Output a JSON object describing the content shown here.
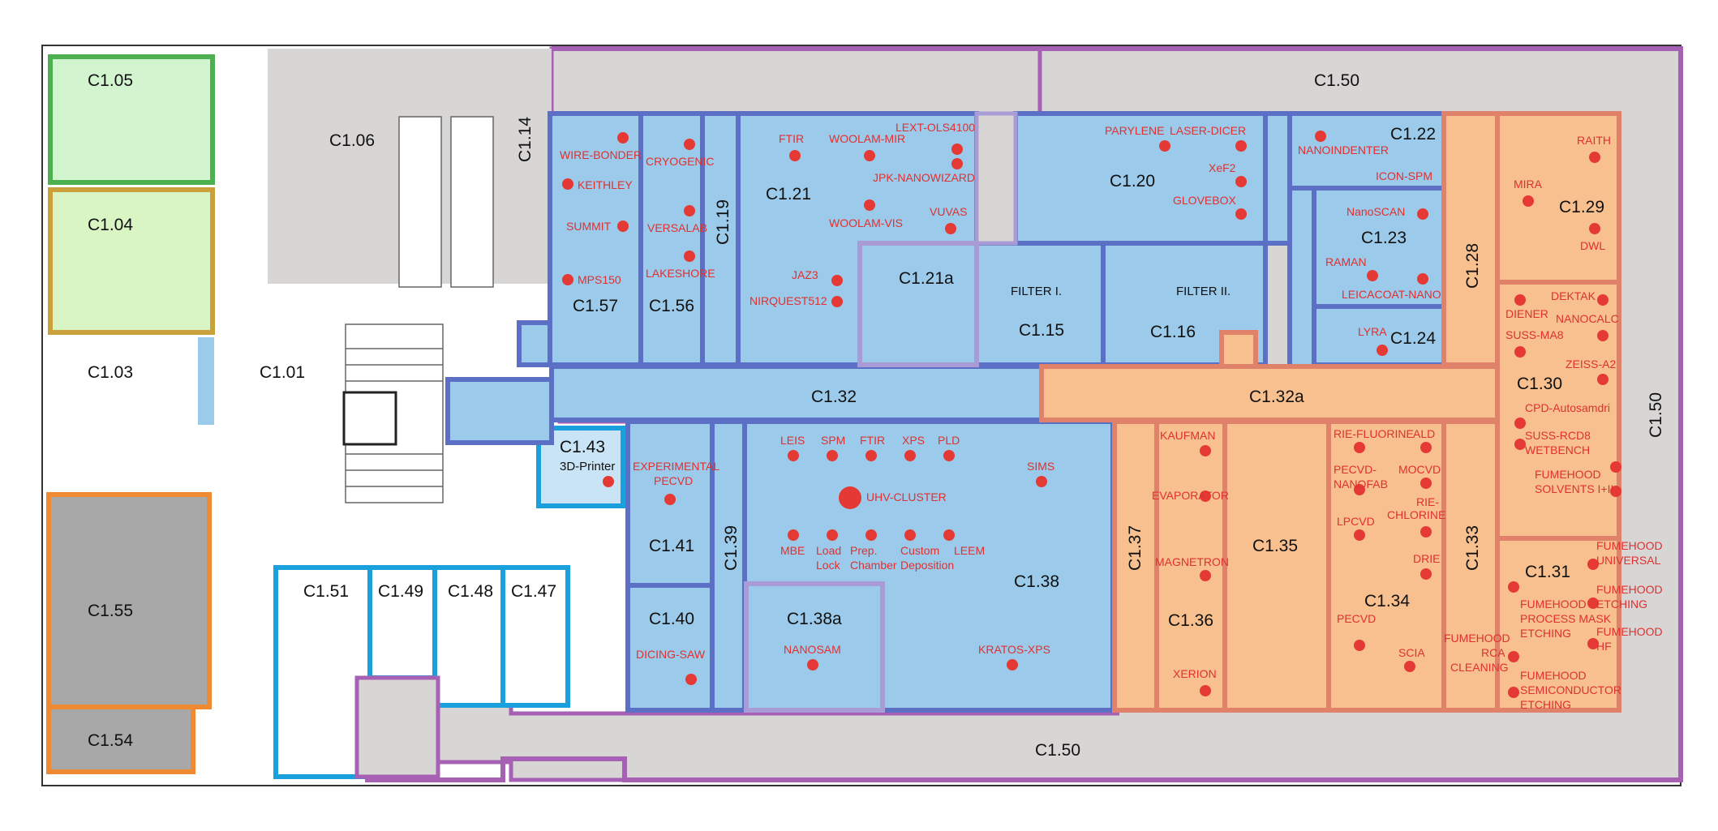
{
  "colors": {
    "clean_room_blue": "#9ccaea",
    "blue_border": "#5b6fc4",
    "orange_fill": "#f7c08e",
    "orange_border": "#e0826a",
    "purple_border": "#a660b4",
    "grey_corridor": "#d8d5d5",
    "green_fill": "#d2f5d0",
    "green_border": "#4caf50",
    "light_green_fill": "#daf5c4",
    "gold_border": "#c9a03a",
    "dark_grey_fill": "#a8a8a8",
    "orange_strong_border": "#f08a30",
    "cyan_border": "#1aa0dc",
    "dot_red": "#e53935"
  },
  "rooms": {
    "c150_top": "C1.50",
    "c150_right": "C1.50",
    "c150_bottom": "C1.50",
    "c105": "C1.05",
    "c104": "C1.04",
    "c103": "C1.03",
    "c101": "C1.01",
    "c106": "C1.06",
    "c114": "C1.14",
    "c157": "C1.57",
    "c156": "C1.56",
    "c119": "C1.19",
    "c121": "C1.21",
    "c121a": "C1.21a",
    "c120": "C1.20",
    "c122": "C1.22",
    "c123": "C1.23",
    "c124": "C1.24",
    "c115": "C1.15",
    "c116": "C1.16",
    "filter1": "FILTER I.",
    "filter2": "FILTER II.",
    "c128": "C1.28",
    "c129": "C1.29",
    "c130": "C1.30",
    "c131": "C1.31",
    "c132": "C1.32",
    "c132a": "C1.32a",
    "c143": "C1.43",
    "printer": "3D-Printer",
    "c141": "C1.41",
    "c140": "C1.40",
    "c139": "C1.39",
    "c138": "C1.38",
    "c138a": "C1.38a",
    "c137": "C1.37",
    "c136": "C1.36",
    "c135": "C1.35",
    "c134": "C1.34",
    "c133": "C1.33",
    "c155": "C1.55",
    "c154": "C1.54",
    "c151": "C1.51",
    "c149": "C1.49",
    "c148": "C1.48",
    "c147": "C1.47"
  },
  "equipment": {
    "wire_bonder": "WIRE-BONDER",
    "keithley": "KEITHLEY",
    "summit": "SUMMIT",
    "mps150": "MPS150",
    "cryogenic": "CRYOGENIC",
    "versalab": "VERSALAB",
    "lakeshore": "LAKESHORE",
    "ftir_a": "FTIR",
    "woolam_mir": "WOOLAM-MIR",
    "lext": "LEXT-OLS4100",
    "jpk": "JPK-NANOWIZARD",
    "woolam_vis": "WOOLAM-VIS",
    "vuvas": "VUVAS",
    "jaz3": "JAZ3",
    "nirquest": "NIRQUEST512",
    "parylene": "PARYLENE",
    "laser_dicer": "LASER-DICER",
    "xef2": "XeF2",
    "glovebox": "GLOVEBOX",
    "nanoindenter": "NANOINDENTER",
    "icon_spm": "ICON-SPM",
    "nanoscan": "NanoSCAN",
    "raman": "RAMAN",
    "leicacoat": "LEICACOAT-NANO",
    "lyra": "LYRA",
    "raith": "RAITH",
    "mira": "MIRA",
    "dwl": "DWL",
    "diener": "DIENER",
    "dektak": "DEKTAK",
    "suss_ma8": "SUSS-MA8",
    "nanocalc": "NANOCALC",
    "zeiss": "ZEISS-A2",
    "cpd": "CPD-Autosamdri",
    "suss_rcd8": "SUSS-RCD8",
    "wetbench": "WETBENCH",
    "fumehood_solvents_1": "FUMEHOOD",
    "fumehood_solvents_2": "SOLVENTS I+II",
    "fumehood_universal_1": "FUMEHOOD",
    "fumehood_universal_2": "UNIVERSAL",
    "fumehood_etching_1": "FUMEHOOD",
    "fumehood_etching_2": "ETCHING",
    "fumehood_hf_1": "FUMEHOOD",
    "fumehood_hf_2": "HF",
    "fumehood_pm_1": "FUMEHOOD",
    "fumehood_pm_2": "PROCESS MASK",
    "fumehood_pm_3": "ETCHING",
    "fumehood_rca_1": "FUMEHOOD",
    "fumehood_rca_2": "RCA",
    "fumehood_rca_3": "CLEANING",
    "fumehood_semi_1": "FUMEHOOD",
    "fumehood_semi_2": "SEMICONDUCTOR",
    "fumehood_semi_3": "ETCHING",
    "leis": "LEIS",
    "spm": "SPM",
    "ftir_b": "FTIR",
    "xps": "XPS",
    "pld": "PLD",
    "sims": "SIMS",
    "uhv_cluster": "UHV-CLUSTER",
    "mbe": "MBE",
    "load_1": "Load",
    "load_2": "Lock",
    "prep_1": "Prep.",
    "prep_2": "Chamber",
    "custom_1": "Custom",
    "custom_2": "Deposition",
    "leem": "LEEM",
    "experimental_1": "EXPERIMENTAL",
    "experimental_2": "PECVD",
    "dicing_saw": "DICING-SAW",
    "nanosam": "NANOSAM",
    "kratos_xps": "KRATOS-XPS",
    "kaufman": "KAUFMAN",
    "evaporator": "EVAPORATOR",
    "magnetron": "MAGNETRON",
    "xerion": "XERION",
    "rie_fluorine": "RIE-FLUORINE",
    "ald": "ALD",
    "pecvd_nanofab_1": "PECVD-",
    "pecvd_nanofab_2": "NANOFAB",
    "mocvd": "MOCVD",
    "lpcvd": "LPCVD",
    "rie_chlorine_1": "RIE-",
    "rie_chlorine_2": "CHLORINE",
    "drie": "DRIE",
    "pecvd": "PECVD",
    "scia": "SCIA"
  }
}
